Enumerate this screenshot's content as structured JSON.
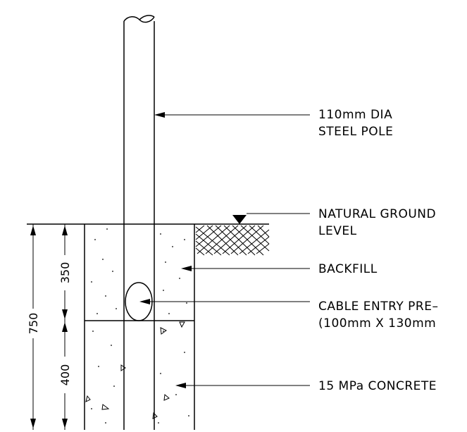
{
  "callouts": {
    "pole_line1": "110mm DIA",
    "pole_line2": "STEEL POLE",
    "ground_line1": "NATURAL GROUND",
    "ground_line2": "LEVEL",
    "backfill": "BACKFILL",
    "cable_line1": "CABLE ENTRY PRE–",
    "cable_line2": "(100mm X 130mm",
    "concrete": "15 MPa CONCRETE"
  },
  "dimensions": {
    "overall": "750",
    "upper": "350",
    "lower": "400"
  }
}
